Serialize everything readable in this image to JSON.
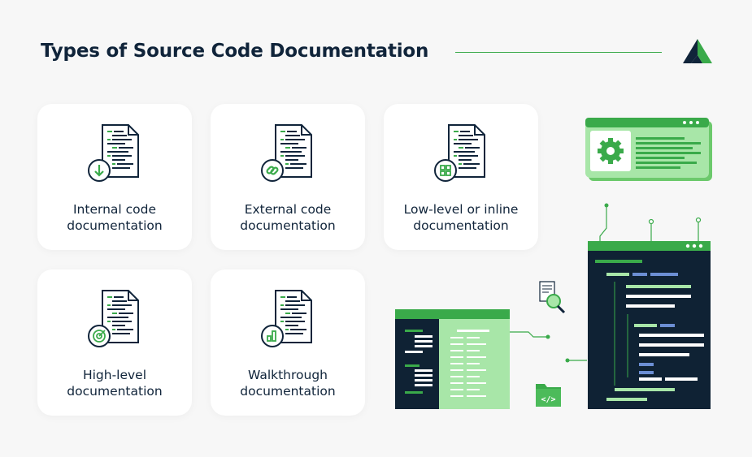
{
  "title": "Types of Source Code Documentation",
  "colors": {
    "accent": "#3aaa4a",
    "dark": "#0f2234",
    "light_green": "#a8e6a8"
  },
  "cards": [
    {
      "line1": "Internal code",
      "line2": "documentation",
      "badge_icon": "download-arrow-icon"
    },
    {
      "line1": "External code",
      "line2": "documentation",
      "badge_icon": "link-icon"
    },
    {
      "line1": "Low-level or inline",
      "line2": "documentation",
      "badge_icon": "grid-icon"
    },
    {
      "line1": "High-level",
      "line2": "documentation",
      "badge_icon": "target-icon"
    },
    {
      "line1": "Walkthrough",
      "line2": "documentation",
      "badge_icon": "chart-icon"
    }
  ],
  "illustration": {
    "icons": [
      "gear-icon",
      "magnifier-icon",
      "code-folder-icon"
    ]
  }
}
